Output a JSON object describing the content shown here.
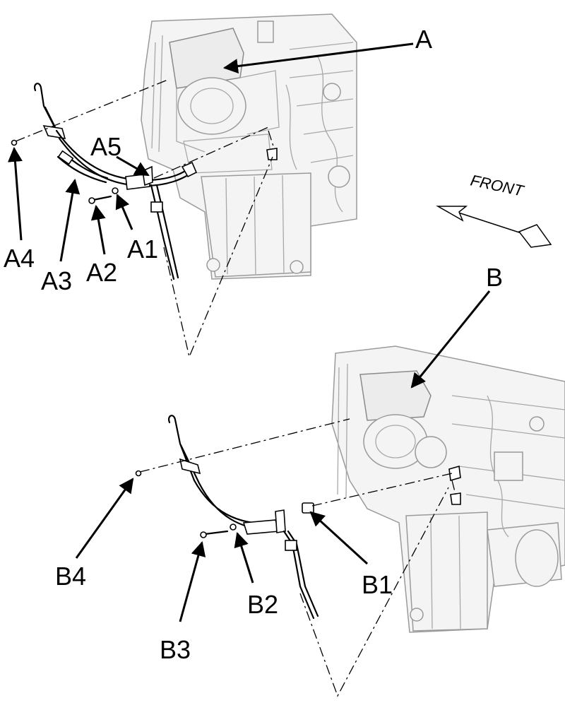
{
  "diagram": {
    "callouts": {
      "A": "A",
      "A1": "A1",
      "A2": "A2",
      "A3": "A3",
      "A4": "A4",
      "A5": "A5",
      "B": "B",
      "B1": "B1",
      "B2": "B2",
      "B3": "B3",
      "B4": "B4"
    },
    "direction_label": "FRONT"
  }
}
